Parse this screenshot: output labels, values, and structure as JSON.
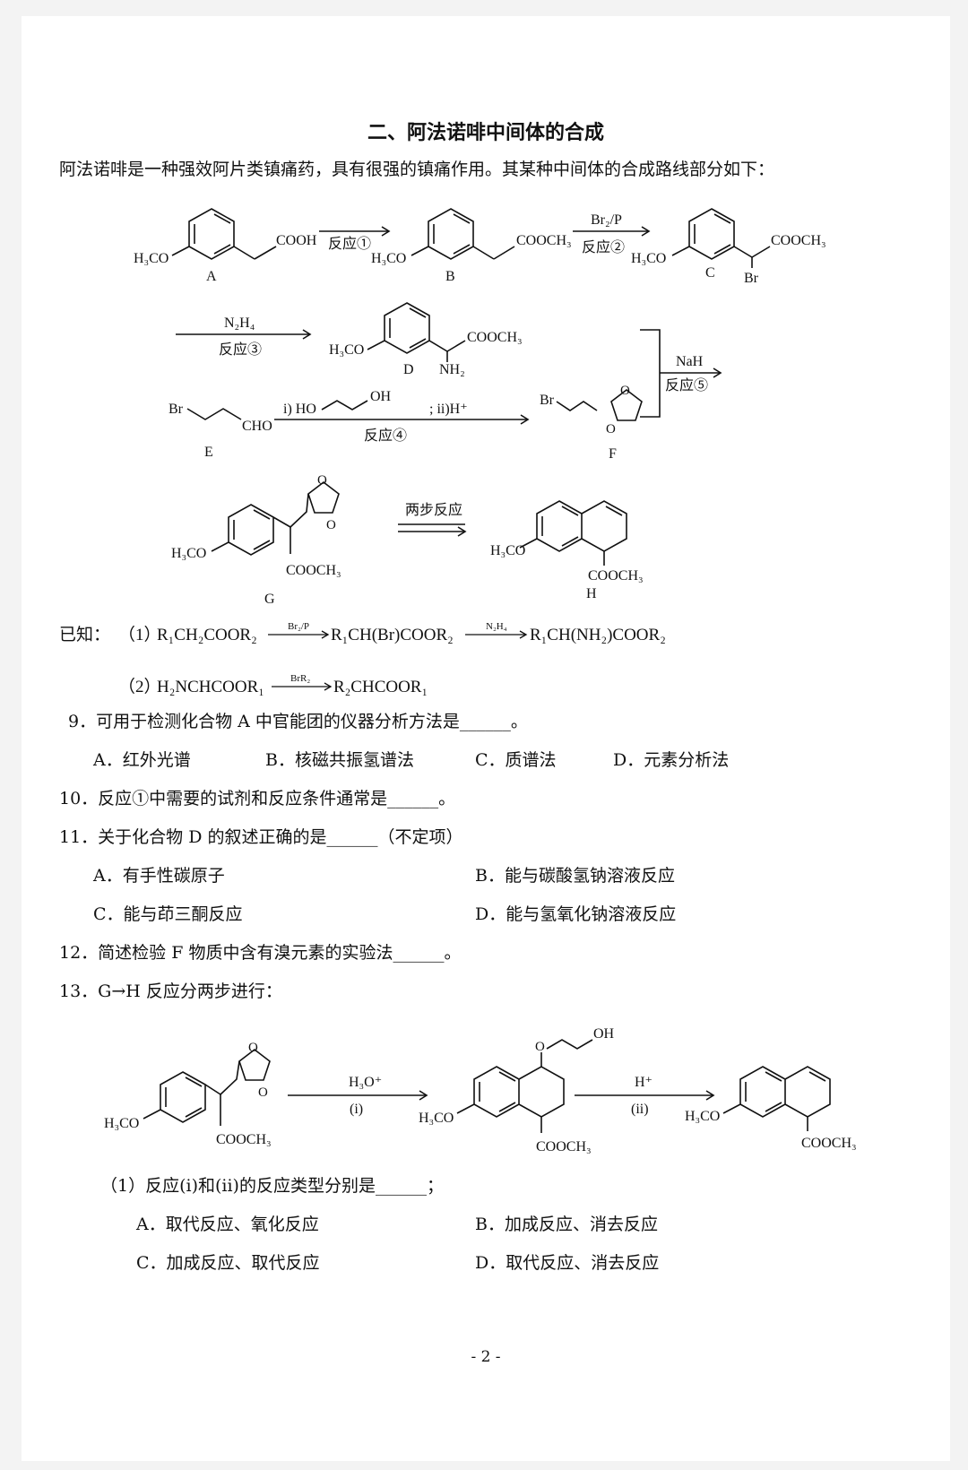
{
  "section_title": "二、阿法诺啡中间体的合成",
  "intro": "阿法诺啡是一种强效阿片类镇痛药，具有很强的镇痛作用。其某种中间体的合成路线部分如下：",
  "scheme": {
    "A": {
      "label": "A",
      "left": "H₃CO",
      "right": "COOH"
    },
    "B": {
      "label": "B",
      "left": "H₃CO",
      "right": "COOCH₃"
    },
    "C": {
      "label": "C",
      "left": "H₃CO",
      "right": "COOCH₃",
      "sub": "Br"
    },
    "D": {
      "label": "D",
      "left": "H₃CO",
      "right": "COOCH₃",
      "sub": "NH₂"
    },
    "E": {
      "label": "E",
      "br": "Br",
      "cho": "CHO"
    },
    "F": {
      "label": "F",
      "br": "Br",
      "o": "O"
    },
    "G": {
      "label": "G",
      "left": "H₃CO",
      "sub": "COOCH₃",
      "o": "O"
    },
    "H": {
      "label": "H",
      "left": "H₃CO",
      "sub": "COOCH₃"
    },
    "r1": "反应①",
    "r2_top": "Br₂/P",
    "r2": "反应②",
    "r3_top": "N₂H₄",
    "r3": "反应③",
    "r4_top1": "i) HO",
    "r4_oh": "OH",
    "r4_top2": "; ii)H⁺",
    "r4": "反应④",
    "r5_top": "NaH",
    "r5": "反应⑤",
    "two_step": "两步反应"
  },
  "known": {
    "prefix": "已知：",
    "k1_num": "（1）",
    "k1_a": "R₁CH₂COOR₂",
    "k1_r1": "Br₂/P",
    "k1_b": "R₁CH(Br)COOR₂",
    "k1_r2": "N₂H₄",
    "k1_c": "R₁CH(NH₂)COOR₂",
    "k2_num": "（2）",
    "k2_a": "H₂NCHCOOR₁",
    "k2_r": "BrR₂",
    "k2_b": "R₂CHCOOR₁"
  },
  "questions": {
    "q9": "9．可用于检测化合物 A 中官能团的仪器分析方法是______。",
    "q9_opts": [
      "A．红外光谱",
      "B．核磁共振氢谱法",
      "C．质谱法",
      "D．元素分析法"
    ],
    "q10": "10．反应①中需要的试剂和反应条件通常是______。",
    "q11": "11．关于化合物 D 的叙述正确的是______（不定项）",
    "q11_opts": [
      "A．有手性碳原子",
      "B．能与碳酸氢钠溶液反应",
      "C．能与茚三酮反应",
      "D．能与氢氧化钠溶液反应"
    ],
    "q12": "12．简述检验 F 物质中含有溴元素的实验法______。",
    "q13": "13．G→H 反应分两步进行：",
    "q13_scheme": {
      "left": "H₃CO",
      "ester": "COOCH₃",
      "o": "O",
      "oh": "OH",
      "step1_top": "H₃O⁺",
      "step1_bot": "(i)",
      "step2_top": "H⁺",
      "step2_bot": "(ii)"
    },
    "q13_1": "（1）反应(i)和(ii)的反应类型分别是______；",
    "q13_opts": [
      "A．取代反应、氧化反应",
      "B．加成反应、消去反应",
      "C．加成反应、取代反应",
      "D．取代反应、消去反应"
    ]
  },
  "page_number": "- 2 -"
}
